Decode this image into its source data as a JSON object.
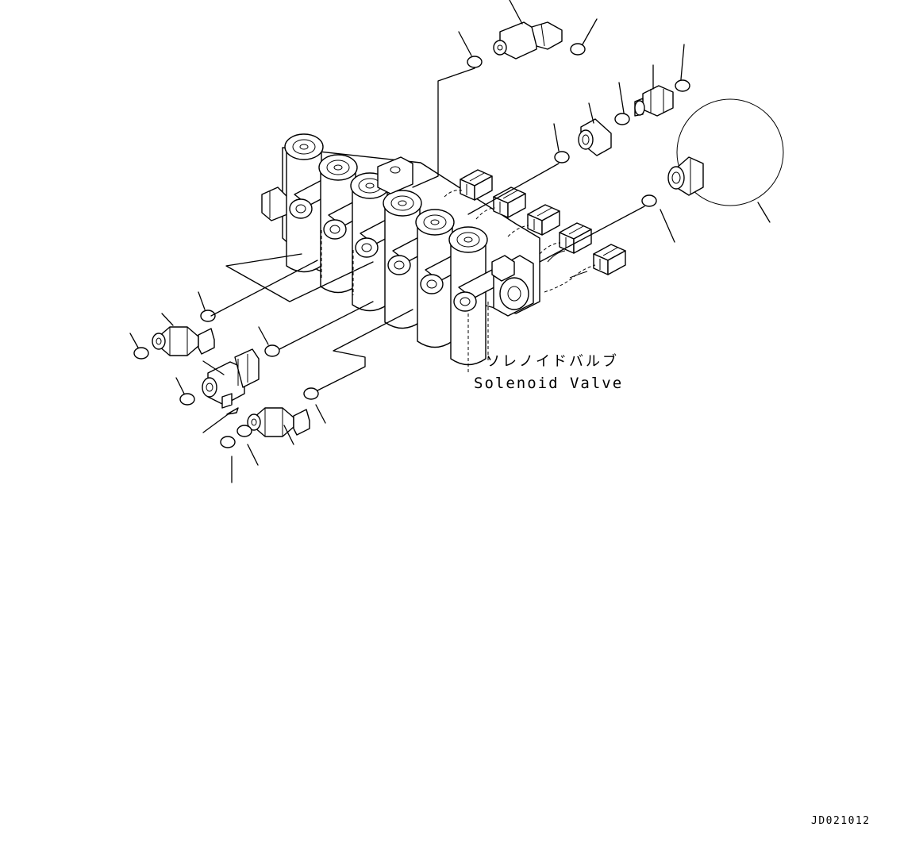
{
  "labels": {
    "component_jp": "ソレノイドバルブ",
    "component_en": "Solenoid Valve",
    "drawing_code": "JD021012"
  }
}
